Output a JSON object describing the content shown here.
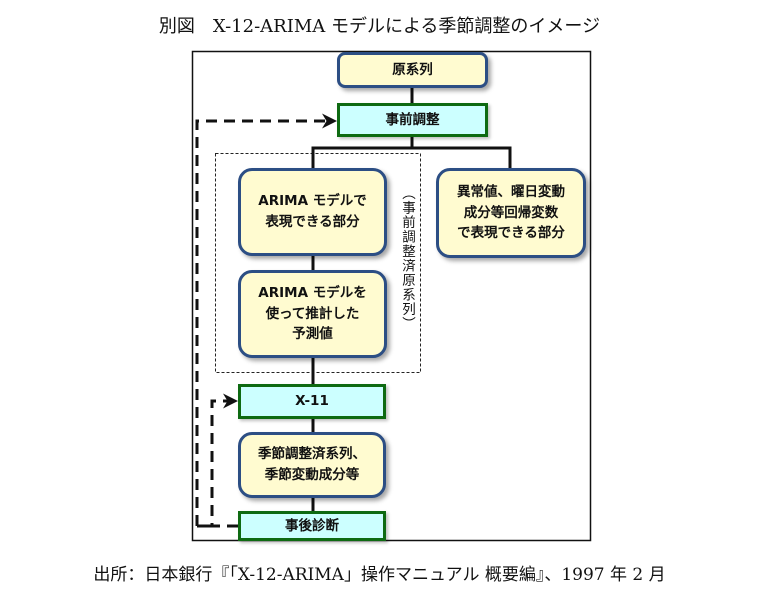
{
  "title": {
    "label": "別図",
    "text": "X-12-ARIMA モデルによる季節調整のイメージ"
  },
  "nodes": {
    "original_series": "原系列",
    "pre_adjustment": "事前調整",
    "arima_part": "ARIMA モデルで\n表現できる部分",
    "arima_forecast": "ARIMA モデルを\n使って推計した\n予測値",
    "regression_part": "異常値、曜日変動\n成分等回帰変数\nで表現できる部分",
    "group_label": "（事前調整済原系列）",
    "x11": "X-11",
    "seasonal_output": "季節調整済系列、\n季節変動成分等",
    "diagnostics": "事後診断"
  },
  "colors": {
    "yellow_fill": "#fffbd0",
    "yellow_border": "#2c4e84",
    "cyan_fill": "#ccffff",
    "cyan_border": "#0e6a12"
  },
  "source": "出所：日本銀行『「X-12-ARIMA」操作マニュアル 概要編』、1997 年 2 月"
}
